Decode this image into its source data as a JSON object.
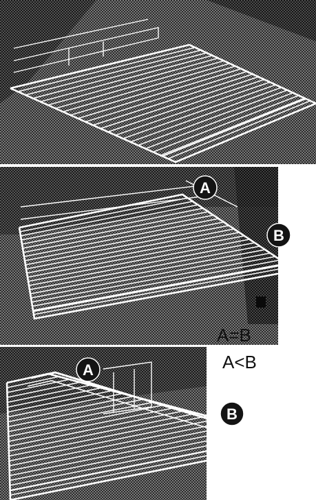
{
  "panels": [
    {
      "id": "top",
      "markers": []
    },
    {
      "id": "middle",
      "markers": [
        {
          "label": "A"
        },
        {
          "label": "B"
        }
      ],
      "relation_text": "A=B"
    },
    {
      "id": "bottom",
      "markers": [
        {
          "label": "A"
        },
        {
          "label": "B"
        }
      ],
      "relation_text": "A<B"
    }
  ],
  "colors": {
    "hatch_dark": "#1e1e1e",
    "hatch_mid": "#6a6a6a",
    "wire": "#ffffff",
    "marker_fill": "#141414",
    "marker_text": "#ffffff",
    "label_text": "#111111"
  }
}
